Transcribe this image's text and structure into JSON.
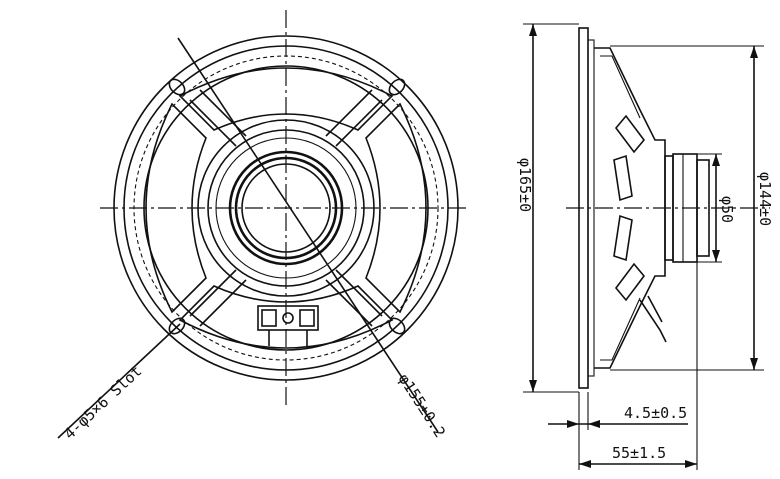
{
  "front_view": {
    "mounting_holes_label": "4-φ5×6 Slot",
    "outer_diameter_label": "φ155±0.2"
  },
  "side_view": {
    "frame_diameter_label": "φ165±0",
    "magnet_diameter_label": "φ50",
    "cutout_diameter_label": "φ144±0",
    "flange_thickness_label": "4.5±0.5",
    "depth_label": "55±1.5"
  }
}
